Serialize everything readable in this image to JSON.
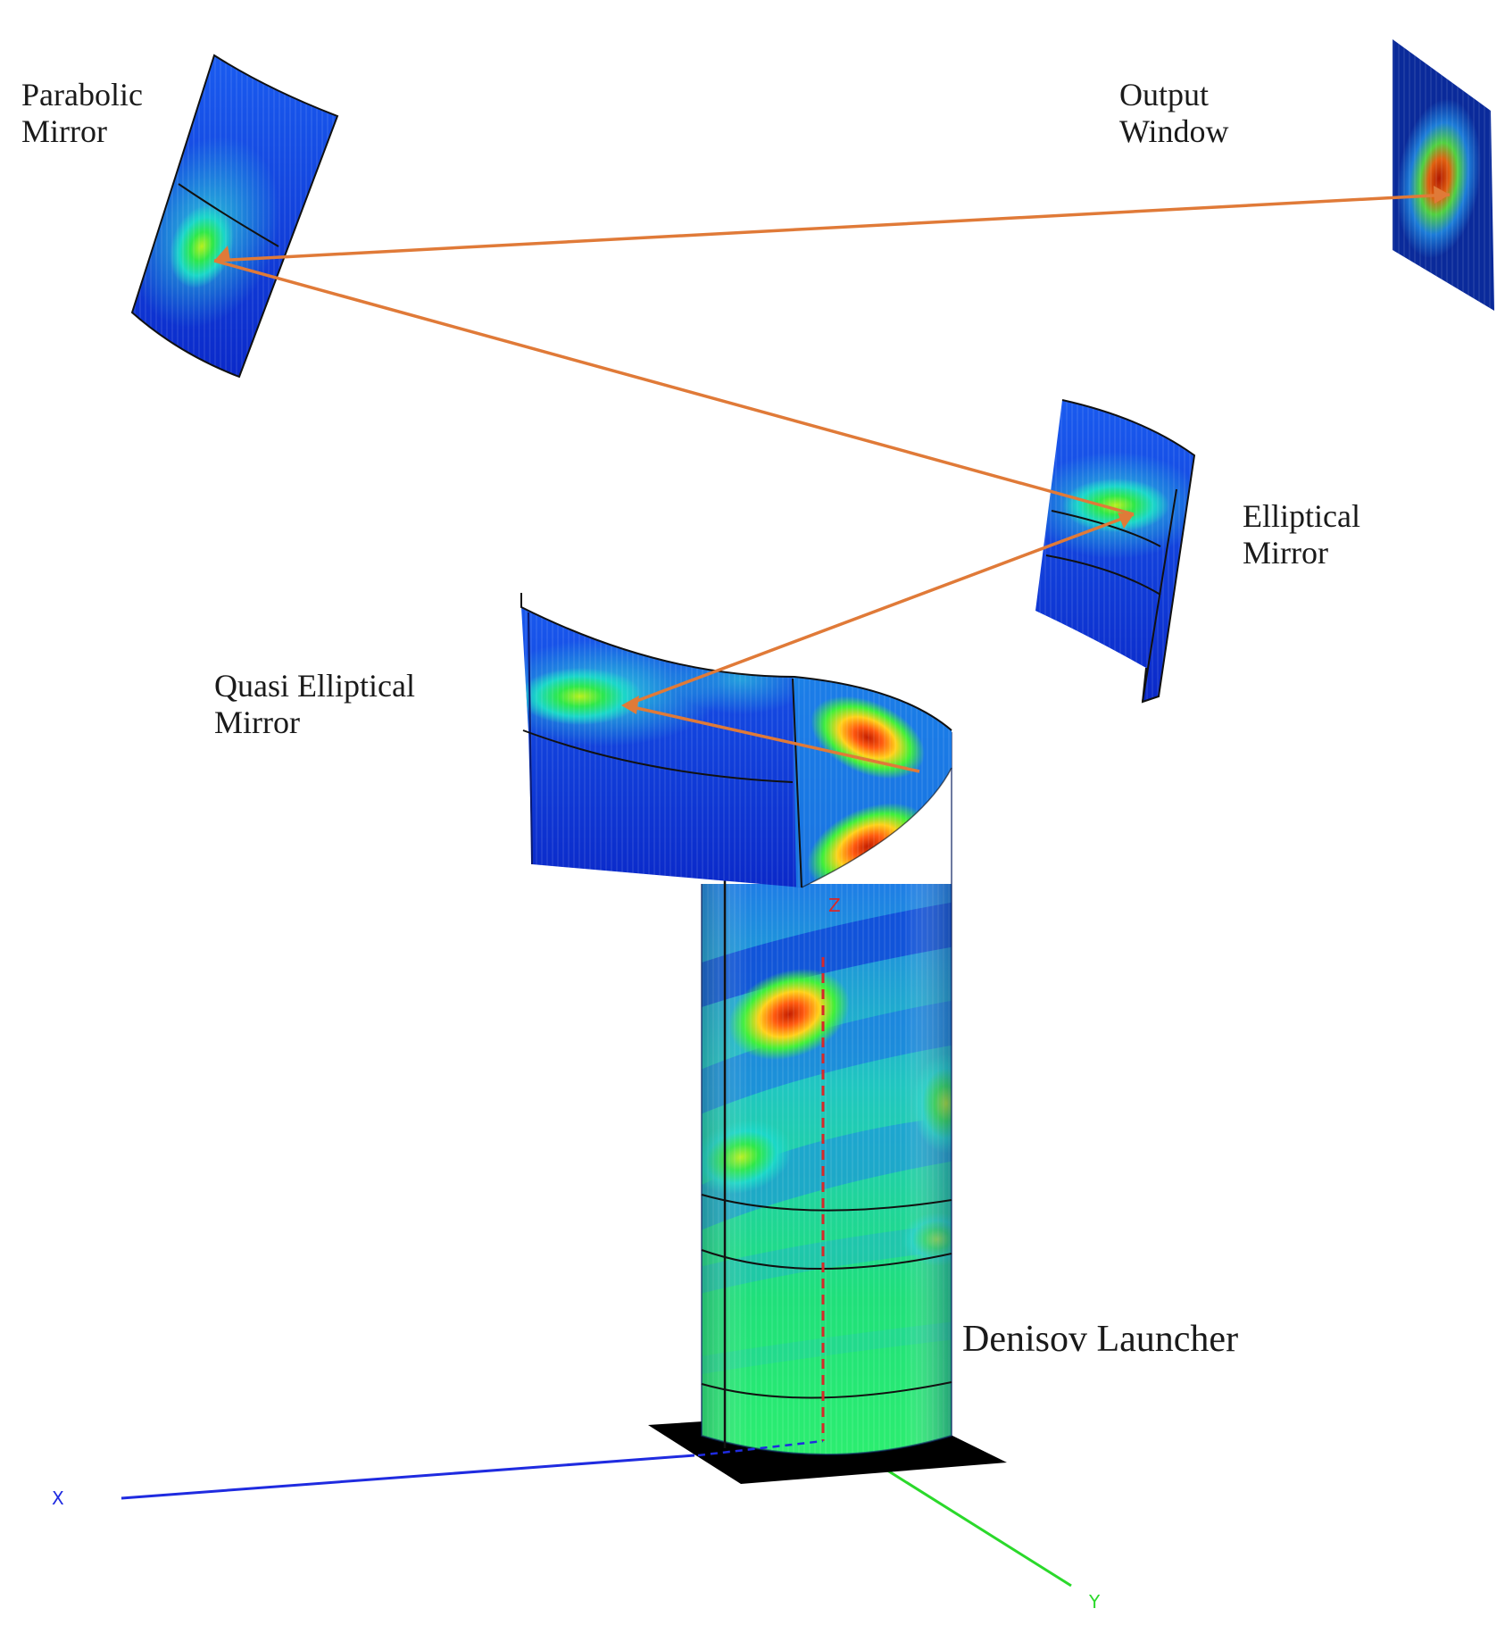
{
  "labels": {
    "parabolic_mirror": [
      "Parabolic",
      "Mirror"
    ],
    "output_window": [
      "Output",
      "Window"
    ],
    "elliptical_mirror": [
      "Elliptical",
      "Mirror"
    ],
    "quasi_elliptical_mirror": [
      "Quasi Elliptical",
      "Mirror"
    ],
    "denisov_launcher": "Denisov Launcher"
  },
  "axes": {
    "x": "X",
    "y": "Y",
    "z": "Z"
  },
  "colors": {
    "ray": "#e07a38",
    "x_axis": "#1f2be0",
    "y_axis": "#2bd92b",
    "z_axis": "#d82828",
    "field_low": "#0b2fd0",
    "field_mid": "#16d35a",
    "field_high": "#ff6a12",
    "field_peak": "#c41e00",
    "base_plate": "#000000"
  }
}
